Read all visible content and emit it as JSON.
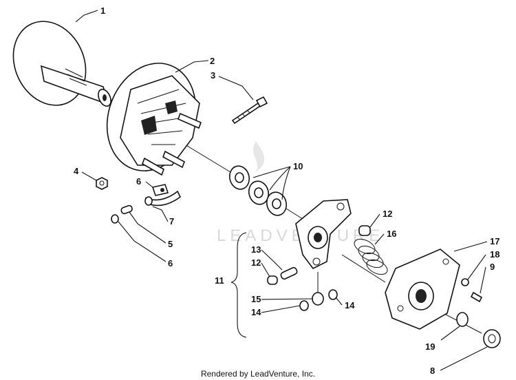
{
  "callouts": {
    "c1": "1",
    "c2": "2",
    "c3": "3",
    "c4": "4",
    "c5": "5",
    "c6a": "6",
    "c6b": "6",
    "c7": "7",
    "c8": "8",
    "c9": "9",
    "c10": "10",
    "c11": "11",
    "c12a": "12",
    "c12b": "12",
    "c13": "13",
    "c14a": "14",
    "c14b": "14",
    "c15": "15",
    "c16": "16",
    "c17": "17",
    "c18": "18",
    "c19": "19"
  },
  "watermark": "LEADVENTURE",
  "footer": "Rendered by LeadVenture, Inc."
}
